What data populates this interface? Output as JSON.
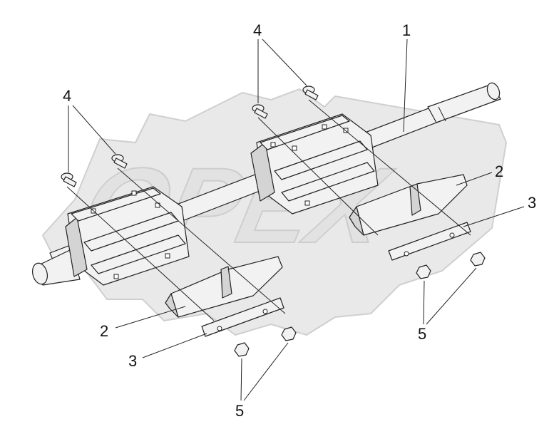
{
  "diagram": {
    "callouts": {
      "shaft": "1",
      "wedge_right": "2",
      "wedge_left": "2",
      "plate_right": "3",
      "plate_left": "3",
      "bolts_right": "4",
      "bolts_left": "4",
      "nuts_right": "5",
      "nuts_left": "5"
    },
    "watermark": "OPEX"
  },
  "colors": {
    "line": "#222222",
    "part_fill": "#f2f2f2",
    "watermark": "#e9e9e9"
  }
}
